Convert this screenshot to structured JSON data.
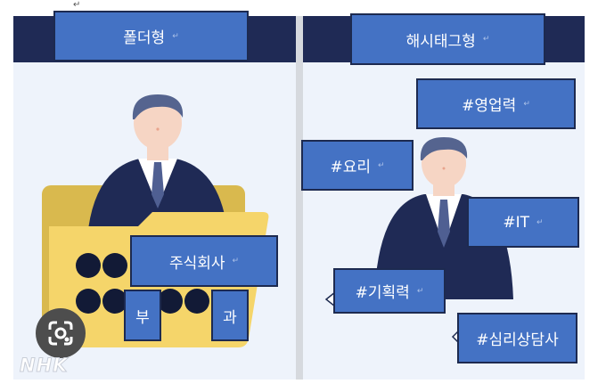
{
  "paragraph_mark": "↵",
  "left_panel": {
    "header_label": "폴더형",
    "company_label": "주식회사",
    "dept_label_1": "부",
    "dept_label_2": "과"
  },
  "right_panel": {
    "header_label": "해시태그형",
    "tags": [
      "#영업력",
      "#요리",
      "#IT",
      "#기획력",
      "#심리상담사"
    ]
  },
  "overlay": {
    "lens_icon": "google-lens-icon",
    "watermark": "NHK"
  },
  "colors": {
    "navy": "#1f2a55",
    "label_blue": "#4472c4",
    "panel_bg": "#eef3fb",
    "folder_yellow": "#f5d56a"
  }
}
